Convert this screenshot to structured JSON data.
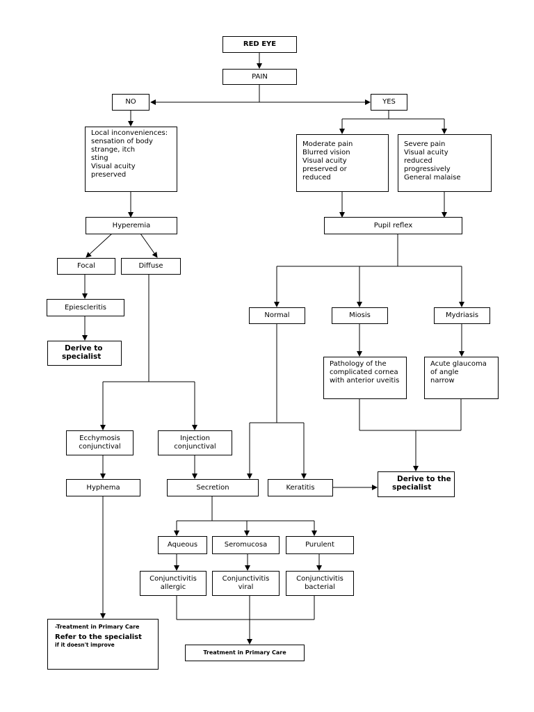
{
  "nodes": {
    "red_eye": "RED EYE",
    "pain": "PAIN",
    "no": "NO",
    "yes": "YES",
    "local": [
      "Local inconveniences:",
      "sensation of body",
      "strange, itch",
      "sting",
      "Visual acuity",
      "preserved"
    ],
    "moderate": [
      "Moderate pain",
      "Blurred vision",
      "Visual acuity",
      "preserved or",
      "reduced"
    ],
    "severe": [
      "Severe pain",
      "Visual acuity",
      "reduced",
      "progressively",
      "General malaise"
    ],
    "hyperemia": "Hyperemia",
    "pupil_reflex": "Pupil reflex",
    "focal": "Focal",
    "diffuse": "Diffuse",
    "episcleritis": "Epiescleritis",
    "derive_specialist_1": [
      "Derive to",
      "specialist"
    ],
    "normal": "Normal",
    "miosis": "Miosis",
    "mydriasis": "Mydriasis",
    "pathology": [
      "Pathology of the",
      "complicated cornea",
      "with anterior uveitis"
    ],
    "glaucoma": [
      "Acute glaucoma",
      "of angle",
      "narrow"
    ],
    "ecchymosis": [
      "Ecchymosis",
      "conjunctival"
    ],
    "injection": [
      "Injection",
      "conjunctival"
    ],
    "hyphema": "Hyphema",
    "secretion": "Secretion",
    "keratitis": "Keratitis",
    "derive_specialist_2": [
      "Derive to the",
      "specialist"
    ],
    "aqueous": "Aqueous",
    "seromucosa": "Seromucosa",
    "purulent": "Purulent",
    "conj_allergic": [
      "Conjunctivitis",
      "allergic"
    ],
    "conj_viral": [
      "Conjunctivitis",
      "viral"
    ],
    "conj_bacterial": [
      "Conjunctivitis",
      "bacterial"
    ],
    "treatment_refer": {
      "line1": "-Treatment in Primary Care",
      "line2": "Refer to the specialist",
      "line3": "if it doesn't improve"
    },
    "treatment_primary": "Treatment in Primary Care"
  }
}
